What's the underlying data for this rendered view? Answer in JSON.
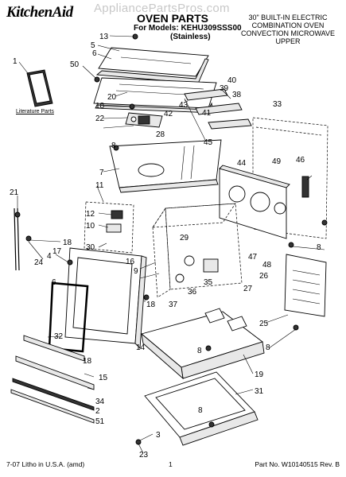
{
  "header": {
    "brand": "KitchenAid",
    "watermark": "AppliancePartsPros.com",
    "title": "OVEN PARTS",
    "model_line": "For Models: KEHU309SSS00",
    "finish": "(Stainless)",
    "description": "30\" BUILT-IN ELECTRIC COMBINATION OVEN CONVECTION MICROWAVE UPPER"
  },
  "literature_label": "Literature Parts",
  "callouts": [
    "1",
    "2",
    "3",
    "4",
    "5",
    "6",
    "7",
    "8",
    "9",
    "10",
    "11",
    "12",
    "13",
    "14",
    "15",
    "16",
    "17",
    "18",
    "19",
    "20",
    "21",
    "22",
    "23",
    "24",
    "25",
    "26",
    "27",
    "28",
    "29",
    "30",
    "31",
    "32",
    "33",
    "34",
    "35",
    "36",
    "37",
    "38",
    "39",
    "40",
    "41",
    "42",
    "43",
    "44",
    "45",
    "46",
    "47",
    "48",
    "49",
    "50",
    "51"
  ],
  "footer": {
    "left": "7-07 Litho in U.S.A. (amd)",
    "page": "1",
    "part_no": "Part No. W10140515 Rev. B"
  }
}
